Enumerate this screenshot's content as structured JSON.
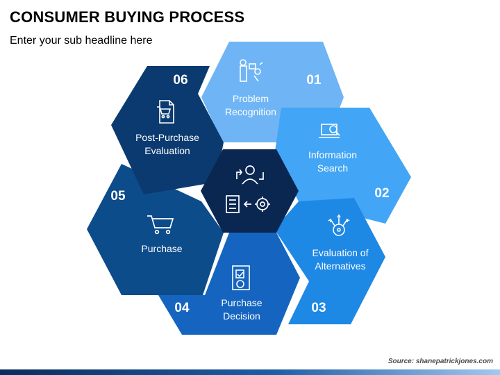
{
  "header": {
    "title": "CONSUMER BUYING PROCESS",
    "subtitle": "Enter your sub headline here"
  },
  "steps": [
    {
      "number": "01",
      "line1": "Problem",
      "line2": "Recognition",
      "color": "#6fb5f5",
      "icon": "problem-recognition-icon"
    },
    {
      "number": "02",
      "line1": "Information",
      "line2": "Search",
      "color": "#42a5f5",
      "icon": "information-search-icon"
    },
    {
      "number": "03",
      "line1": "Evaluation of",
      "line2": "Alternatives",
      "color": "#1e88e5",
      "icon": "evaluation-icon"
    },
    {
      "number": "04",
      "line1": "Purchase",
      "line2": "Decision",
      "color": "#1565c0",
      "icon": "purchase-decision-icon"
    },
    {
      "number": "05",
      "line1": "Purchase",
      "line2": "",
      "color": "#0d4c8b",
      "icon": "shopping-cart-icon"
    },
    {
      "number": "06",
      "line1": "Post-Purchase",
      "line2": "Evaluation",
      "color": "#0b3a70",
      "icon": "post-purchase-icon"
    }
  ],
  "center": {
    "color": "#0a2752",
    "icon": "consumer-process-icon"
  },
  "source": "Source: shanepatrickjones.com"
}
